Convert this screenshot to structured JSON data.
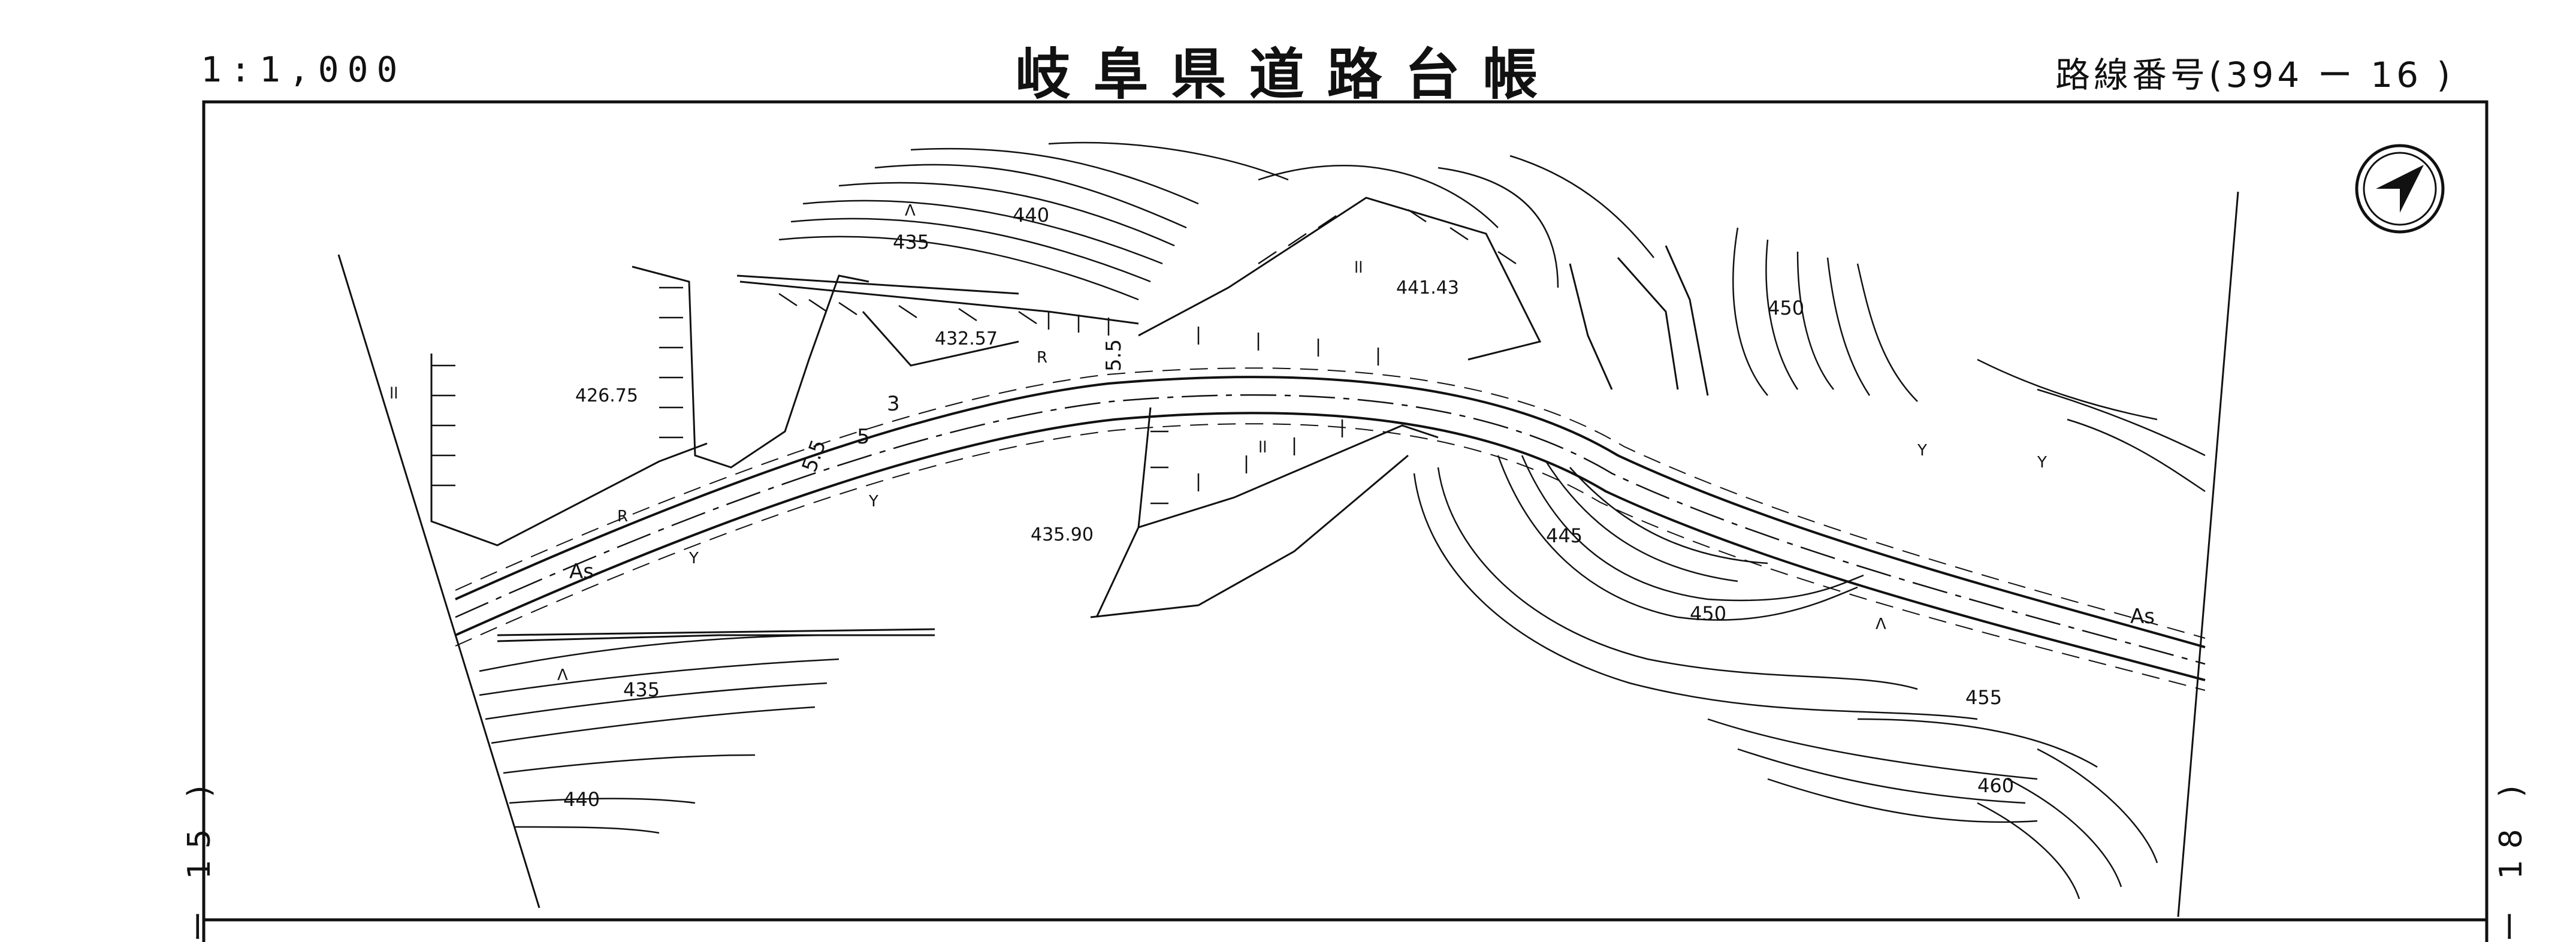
{
  "header": {
    "scale": "1:1,000",
    "title": "岐阜県道路台帳",
    "route_label": "路線番号(394 ー 16 )"
  },
  "sheet_refs": {
    "left": "ー 15 )",
    "right": "ー 18 )"
  },
  "contour_labels": {
    "c440_top": "440",
    "c435_top": "435",
    "c450_top": "450",
    "c445_right": "445",
    "c450_right": "450",
    "c455_right": "455",
    "c460_right": "460",
    "c435_bottom": "435",
    "c440_bottom": "440"
  },
  "elevations": {
    "e426": "426.75",
    "e432": "432.57",
    "e441": "441.43",
    "e435": "435.90"
  },
  "road_marks": {
    "asphalt_left": "As",
    "asphalt_right": "As",
    "width_1": "5.5",
    "width_2": "5",
    "width_3": "3",
    "width_4": "5.5"
  },
  "land_symbols": {
    "mulberry": "Y",
    "retaining": "R",
    "field": "Λ",
    "paddy": "ll"
  },
  "icons": {
    "north_arrow": "north-arrow-icon"
  }
}
